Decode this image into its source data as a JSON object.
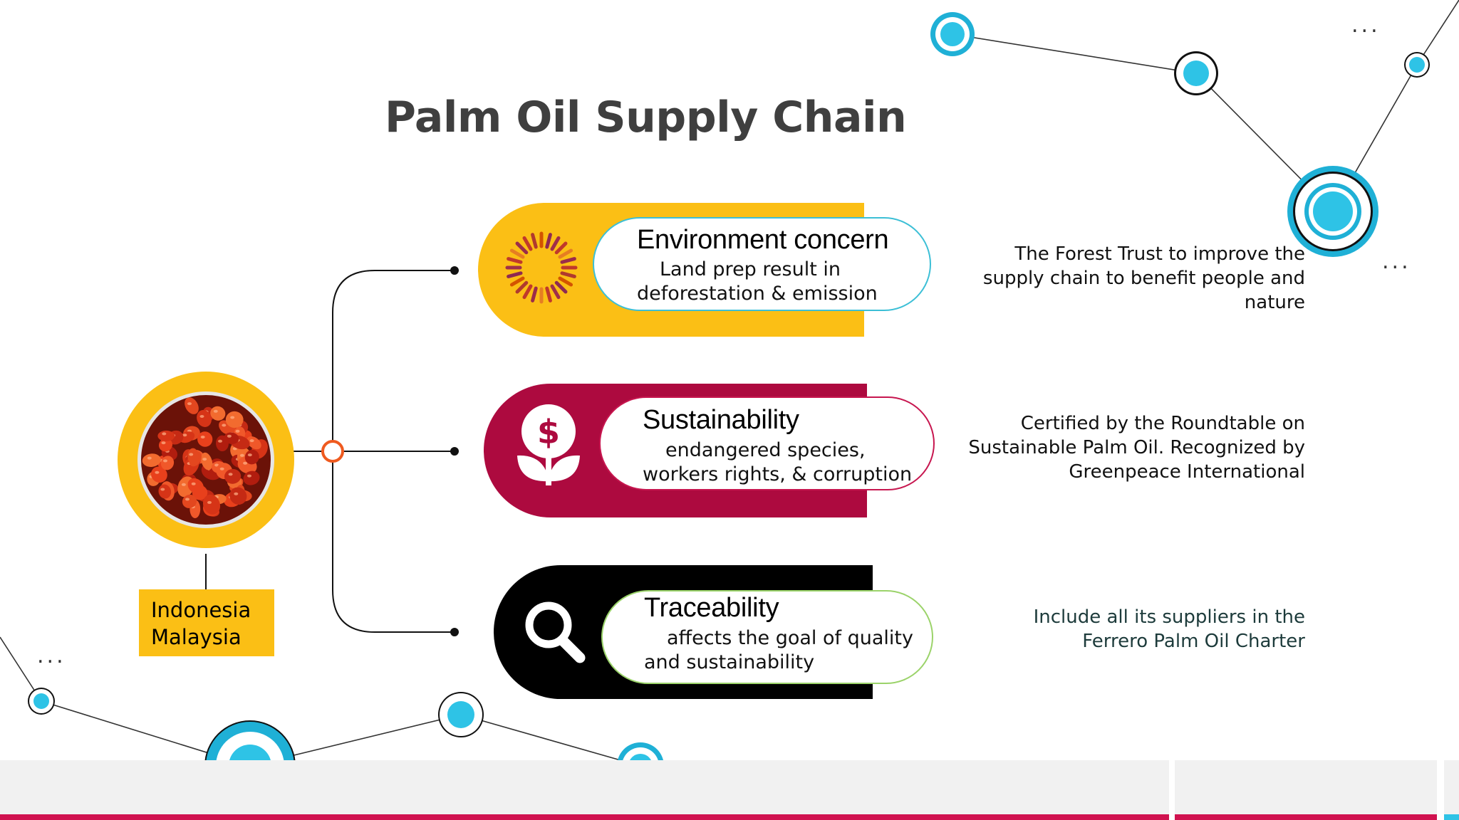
{
  "title": "Palm Oil Supply Chain",
  "origin": {
    "lines": [
      "Indonesia",
      "Malaysia"
    ],
    "image": "palm-fruit-photo"
  },
  "branches": [
    {
      "title": "Environment concern",
      "bullet": "",
      "desc_line1": "Land prep result in",
      "desc_line2": "deforestation & emission",
      "icon": "sunburst-icon",
      "color": "#fbbf15",
      "border": "#3cbfd6",
      "note": "The Forest Trust to improve the supply chain to benefit people and nature",
      "note_lines": [
        "The Forest Trust to improve the",
        "supply chain to benefit people and",
        "nature"
      ]
    },
    {
      "title": "Sustainability",
      "bullet": "",
      "desc_line1": "endangered species,",
      "desc_line2": "workers rights, & corruption",
      "icon": "money-plant-icon",
      "color": "#ad0a3f",
      "border": "#c7164f",
      "note": "Certified by the Roundtable on Sustainable Palm Oil. Recognized by Greenpeace International",
      "note_lines": [
        "Certified by the Roundtable on",
        "Sustainable Palm Oil. Recognized by",
        "Greenpeace International"
      ]
    },
    {
      "title": "Traceability",
      "bullet": "",
      "desc_line1": "affects the goal of quality",
      "desc_line2": "and sustainability",
      "icon": "magnifier-icon",
      "color": "#000000",
      "border": "#9bd36a",
      "note": "Include all its suppliers in the Ferrero Palm Oil Charter",
      "note_lines": [
        "Include all its suppliers in the",
        "Ferrero Palm Oil Charter"
      ]
    }
  ],
  "decor": {
    "dots": "...",
    "node_color": "#2ec3e6",
    "ring_color": "#1fb0d6"
  }
}
